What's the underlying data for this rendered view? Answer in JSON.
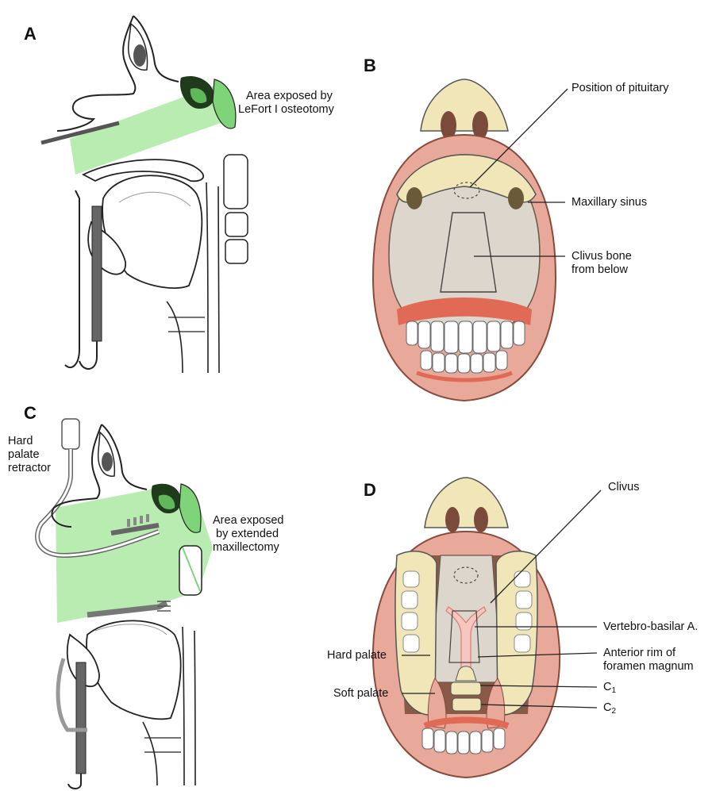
{
  "panels": {
    "a": {
      "letter": "A",
      "exposed_area": [
        "Area exposed by",
        "LeFort I osteotomy"
      ]
    },
    "b": {
      "letter": "B",
      "pituitary": "Position of pituitary",
      "maxillary_sinus": "Maxillary sinus",
      "clivus": [
        "Clivus bone",
        "from below"
      ]
    },
    "c": {
      "letter": "C",
      "retractor": [
        "Hard",
        "palate",
        "retractor"
      ],
      "exposed_area": [
        "Area exposed",
        "by extended",
        "maxillectomy"
      ]
    },
    "d": {
      "letter": "D",
      "clivus": "Clivus",
      "vertebro_basilar": "Vertebro-basilar A.",
      "anterior_rim": [
        "Anterior rim of",
        "foramen magnum"
      ],
      "hard_palate": "Hard palate",
      "soft_palate": "Soft palate",
      "c1_base": "C",
      "c1_sub": "1",
      "c2_base": "C",
      "c2_sub": "2"
    }
  },
  "colors": {
    "exposure_green": "#b8ecb0",
    "bone_green": "#7fd47a",
    "mucosa_pink": "#e8a89a",
    "gum_red": "#e06a55",
    "clivus_gray": "#dcd6cc",
    "bone_tan": "#f0e6b8",
    "cavity_brown": "#8a5a48"
  }
}
